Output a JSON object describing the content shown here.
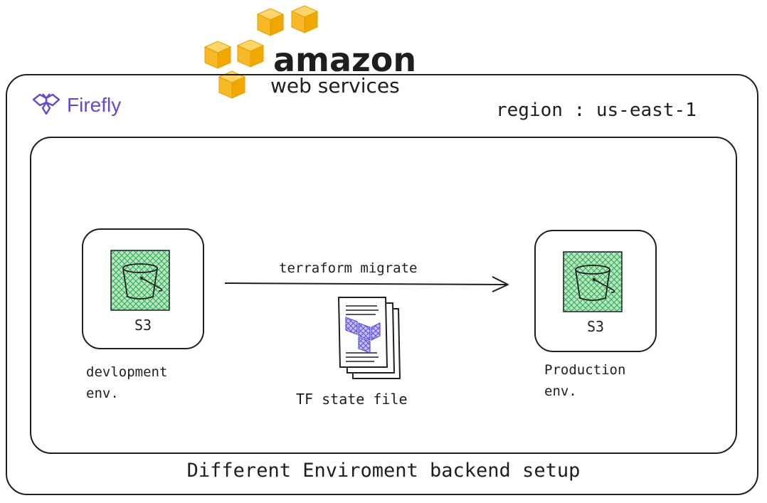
{
  "aws": {
    "line1": "amazon",
    "line2": "web services"
  },
  "firefly": {
    "label": "Firefly"
  },
  "region": "region : us-east-1",
  "migration": {
    "label": "terraform migrate"
  },
  "dev": {
    "service": "S3",
    "env_line1": "devlopment",
    "env_line2": "env."
  },
  "prod": {
    "service": "S3",
    "env_line1": "Production",
    "env_line2": "env."
  },
  "state_file": {
    "label": "TF state file"
  },
  "caption": "Different Enviroment backend setup",
  "colors": {
    "aws_orange": "#F7B928",
    "firefly_purple": "#5B4DCC",
    "s3_green": "#2EAD4F",
    "terraform_purple": "#5C4EE5",
    "stroke": "#1E1E1E"
  }
}
